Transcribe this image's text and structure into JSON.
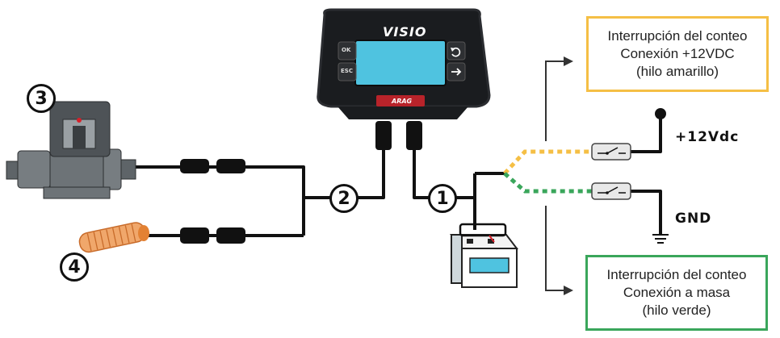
{
  "boxes": {
    "yellow": {
      "line1": "Interrupción del conteo",
      "line2": "Conexión +12VDC",
      "line3": "(hilo amarillo)"
    },
    "green": {
      "line1": "Interrupción del conteo",
      "line2": "Conexión a masa",
      "line3": "(hilo verde)"
    }
  },
  "labels": {
    "v12": "+12Vdc",
    "gnd": "GND"
  },
  "numbers": {
    "n1": "1",
    "n2": "2",
    "n3": "3",
    "n4": "4"
  },
  "device": {
    "brand": "VISIO",
    "ok": "OK",
    "esc": "ESC",
    "logo": "ARAG"
  },
  "colors": {
    "yellow_wire": "#f5bf45",
    "green_wire": "#3aa65b",
    "screen": "#4fc3e0",
    "cable": "#111111"
  }
}
